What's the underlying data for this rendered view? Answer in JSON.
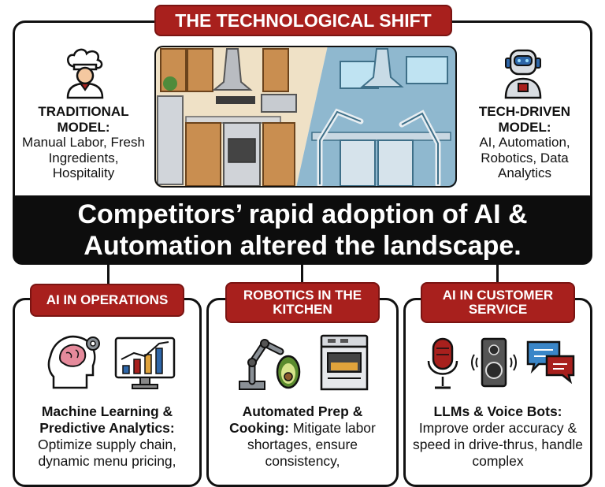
{
  "header": {
    "title": "THE TECHNOLOGICAL SHIFT"
  },
  "traditional": {
    "title": "TRADITIONAL MODEL:",
    "desc": "Manual Labor, Fresh Ingredients, Hospitality",
    "icon": "chef-icon"
  },
  "tech": {
    "title": "TECH-DRIVEN MODEL:",
    "desc": "AI, Automation, Robotics, Data Analytics",
    "icon": "robot-icon"
  },
  "banner": {
    "line1": "Competitors’ rapid adoption of AI &",
    "line2": "Automation altered the landscape."
  },
  "cards": [
    {
      "label": "AI IN OPERATIONS",
      "bold": "Machine Learning & Predictive Analytics:",
      "text": "Optimize supply chain, dynamic menu pricing,"
    },
    {
      "label": "ROBOTICS IN THE KITCHEN",
      "bold": "Automated Prep & Cooking:",
      "text": "Mitigate labor shortages, ensure consistency,"
    },
    {
      "label": "AI IN CUSTOMER SERVICE",
      "bold": "LLMs & Voice Bots:",
      "text": "Improve order accuracy & speed in drive-thrus, handle complex"
    }
  ],
  "colors": {
    "accent": "#a8201d",
    "banner": "#0d0d0d"
  }
}
